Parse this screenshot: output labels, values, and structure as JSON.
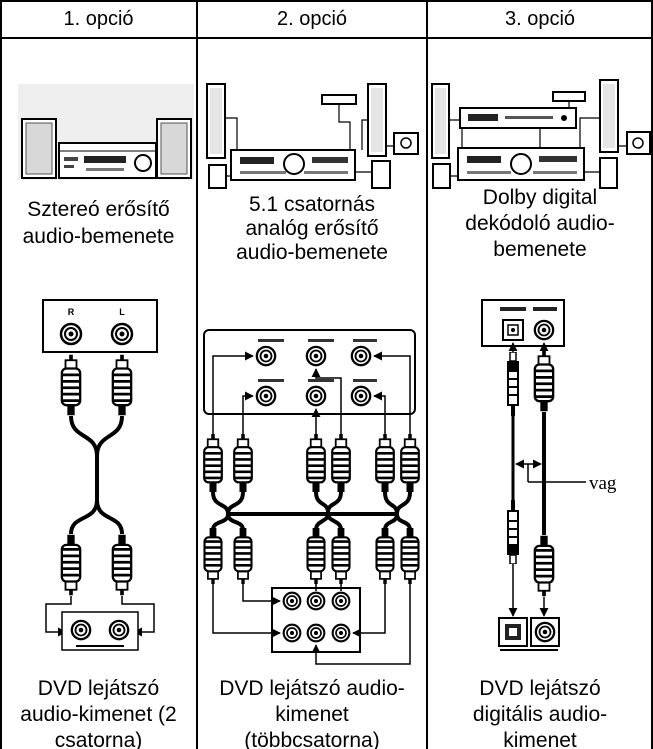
{
  "columns": [
    {
      "header": "1. opció",
      "input_lines": [
        "Sztereó erősítő",
        "audio-bemenete"
      ],
      "jack_labels": [
        "R",
        "L"
      ],
      "output_lines": [
        "DVD lejátszó",
        "audio-kimenet (2",
        "csatorna)"
      ]
    },
    {
      "header": "2. opció",
      "input_lines": [
        "5.1 csatornás",
        "analóg erősítő",
        "audio-bemenete"
      ],
      "output_lines": [
        "DVD lejátszó audio-",
        "kimenet",
        "(többcsatorna)"
      ]
    },
    {
      "header": "3. opció",
      "input_lines": [
        "Dolby digital",
        "dekódoló audio-",
        "bemenete"
      ],
      "connector_note": "vag",
      "output_lines": [
        "DVD lejátszó",
        "digitális audio-",
        "kimenet"
      ]
    }
  ]
}
